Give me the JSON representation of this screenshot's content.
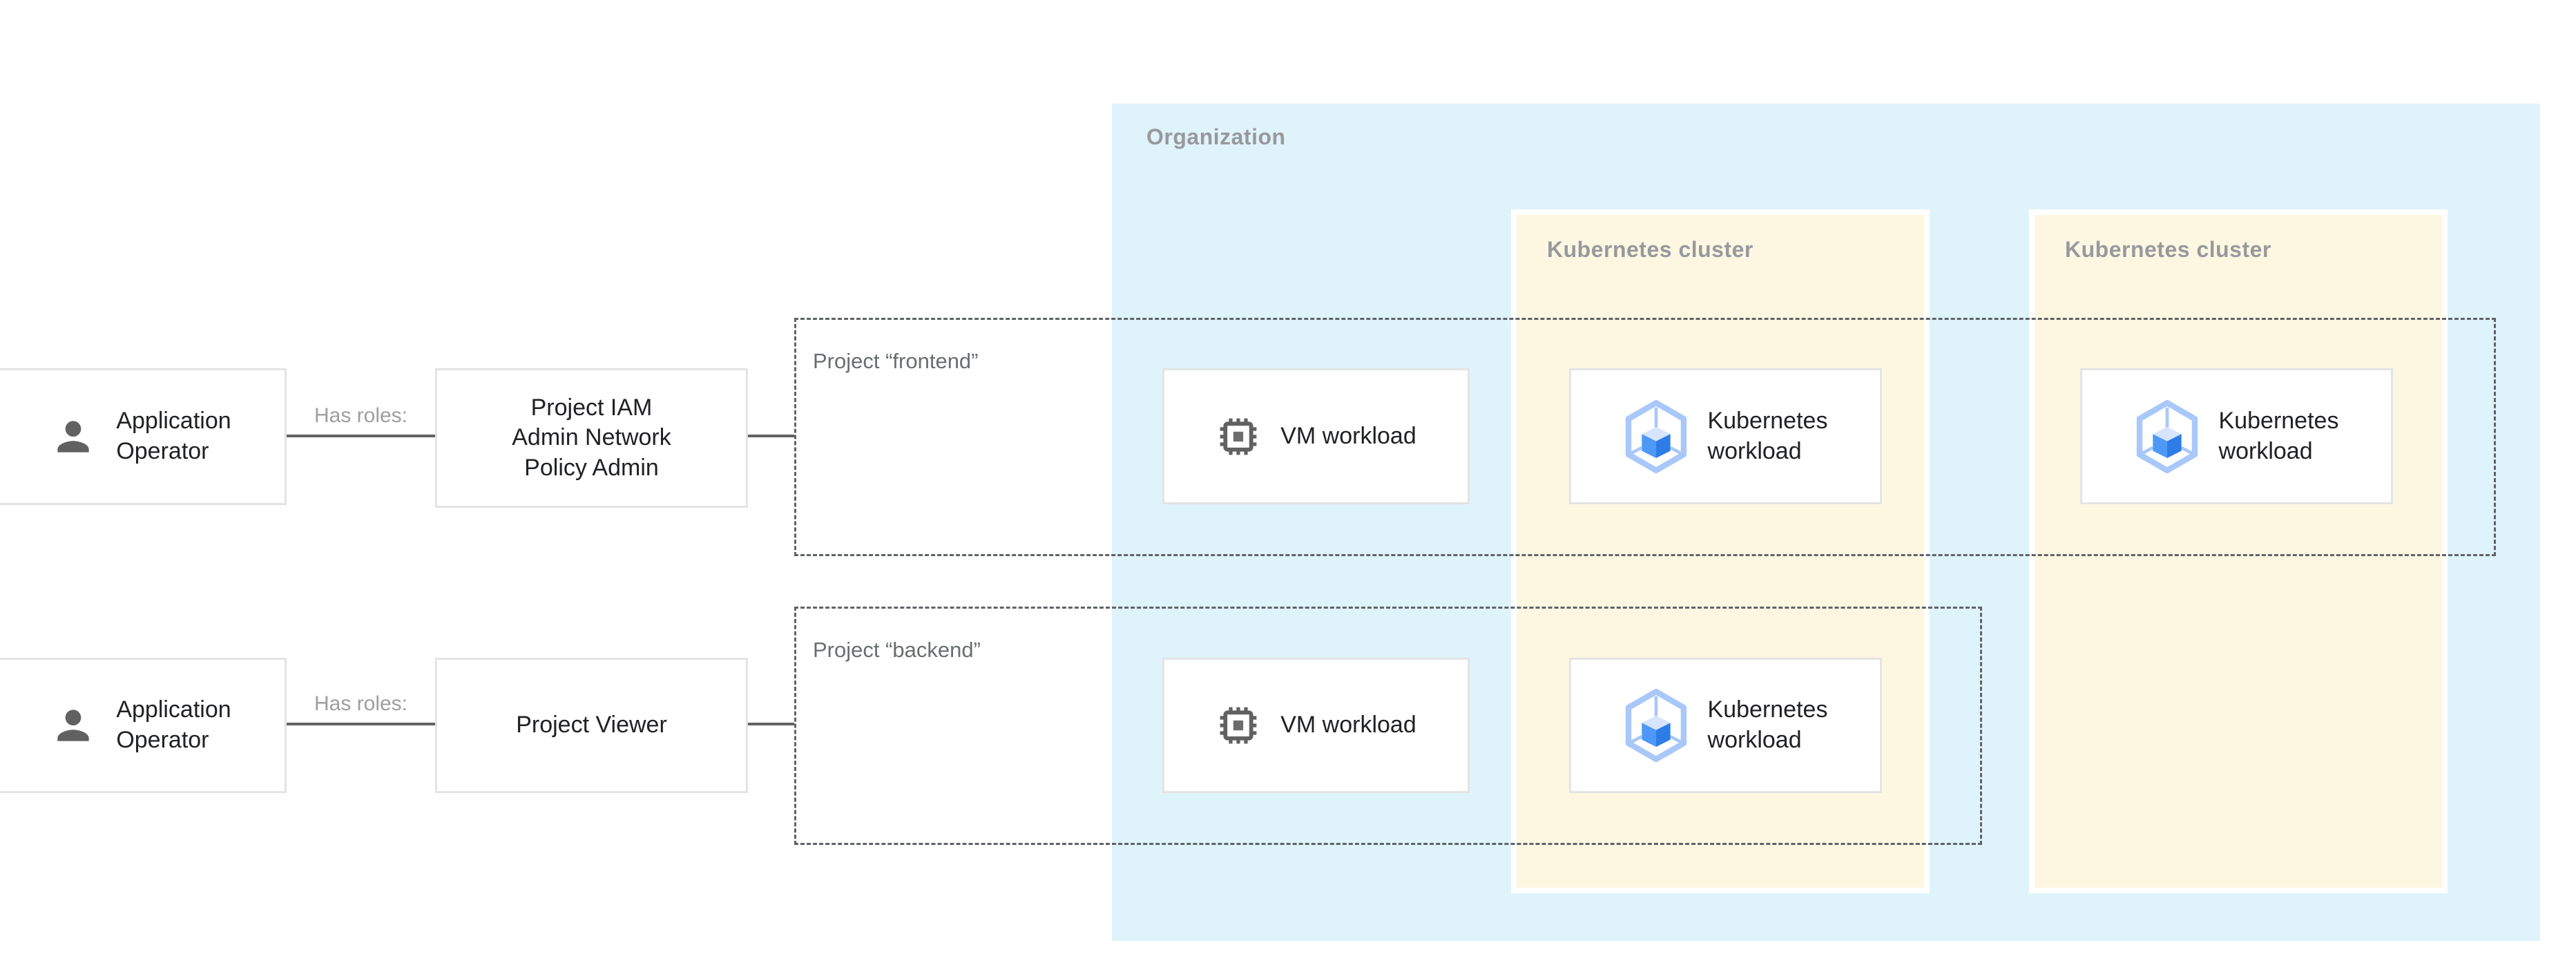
{
  "diagram": {
    "organization": {
      "label": "Organization"
    },
    "clusters": {
      "left": {
        "label": "Kubernetes cluster"
      },
      "right": {
        "label": "Kubernetes cluster"
      }
    },
    "projects": {
      "frontend": {
        "label": "Project “frontend”"
      },
      "backend": {
        "label": "Project “backend”"
      }
    },
    "rows": {
      "frontend": {
        "actor": {
          "line1": "Application",
          "line2": "Operator"
        },
        "relation": "Has roles:",
        "role": {
          "line1": "Project IAM",
          "line2": "Admin Network",
          "line3": "Policy Admin"
        }
      },
      "backend": {
        "actor": {
          "line1": "Application",
          "line2": "Operator"
        },
        "relation": "Has roles:",
        "role": {
          "line1": "Project Viewer"
        }
      }
    },
    "workloads": {
      "vm": {
        "label": "VM workload"
      },
      "kubernetes": {
        "line1": "Kubernetes",
        "line2": "workload"
      }
    },
    "icons": {
      "person": "person-icon",
      "vm": "vm-chip-icon",
      "kubernetes": "gke-hexagon-icon"
    },
    "colors": {
      "organization_bg": "#DFF3FA",
      "cluster_bg": "#FDF7E2",
      "box_border": "#E4E4E4",
      "dashed_border": "#5F6368",
      "connector": "#616161",
      "zone_label": "#97999D",
      "project_label": "#6A6D70",
      "relation_label": "#9E9E9E",
      "text": "#202124",
      "icon_gray": "#616161",
      "gke_hexagon": "#A9C8F9",
      "gke_face_top": "#D6E5FB",
      "gke_face_left": "#4E99F7",
      "gke_face_right": "#2E7DE6"
    }
  }
}
